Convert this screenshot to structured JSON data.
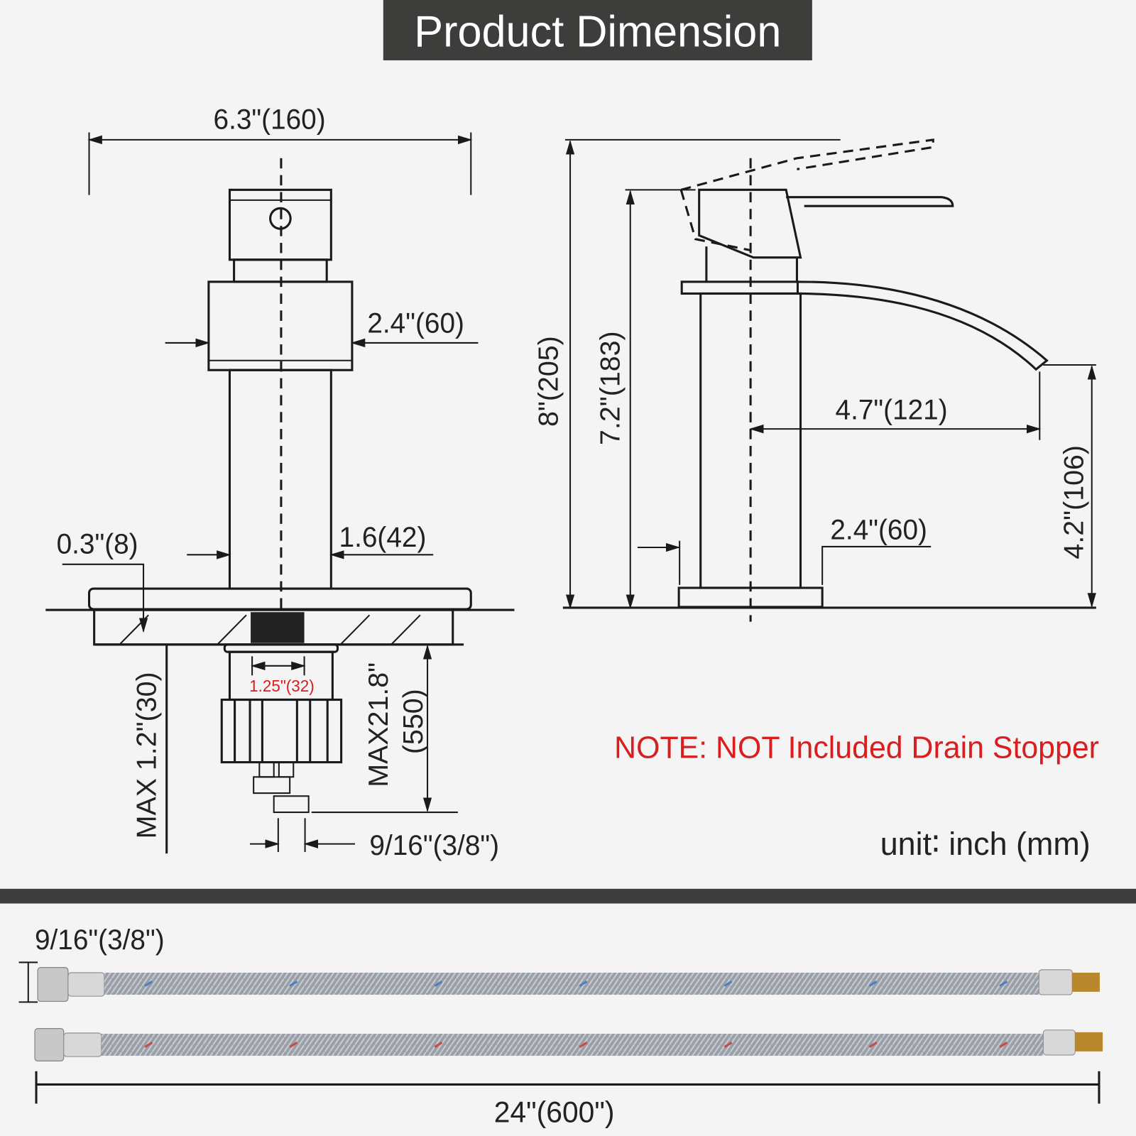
{
  "title": "Product Dimension",
  "front_view": {
    "width": "6.3\"(160)",
    "body_width": "2.4\"(60)",
    "stem_width": "1.6(42)",
    "base_thickness": "0.3\"(8)",
    "max_deck": "MAX 1.2\"(30)",
    "shank": "1.25\"(32)",
    "supply_length_in": "MAX21.8\"",
    "supply_length_mm": "(550)",
    "connector": "9/16\"(3/8\")"
  },
  "side_view": {
    "total_height": "8\"(205)",
    "spout_top_height": "7.2\"(183)",
    "reach": "4.7\"(121)",
    "base_depth": "2.4\"(60)",
    "spout_height": "4.2\"(106)"
  },
  "note": "NOTE: NOT Included Drain Stopper",
  "unit": "unit∶ inch (mm)",
  "hoses": {
    "connector": "9/16\"(3/8\")",
    "length": "24\"(600\")"
  },
  "colors": {
    "banner": "#3d3d3b",
    "note": "#d81e1e",
    "hot": "#c0504d",
    "cold": "#4a7fc4"
  }
}
